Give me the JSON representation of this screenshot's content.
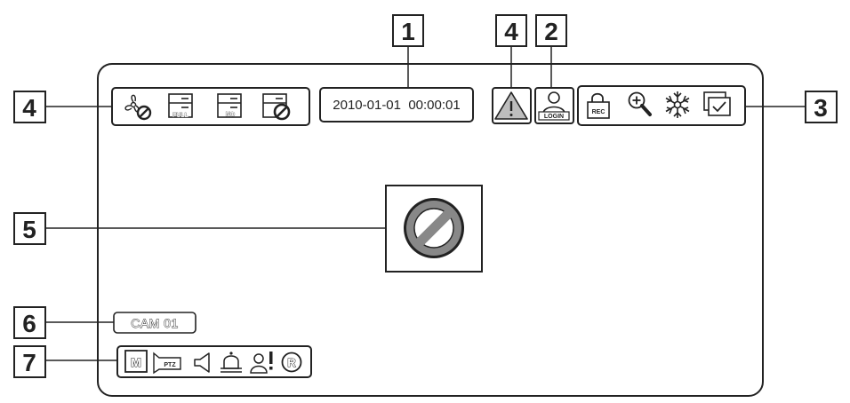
{
  "timestamp": "2010-01-01  00:00:01",
  "camera_name": "CAM 01",
  "callouts": {
    "c_top_1": "1",
    "c_top_4": "4",
    "c_top_2": "2",
    "c_left_4": "4",
    "c_right_3": "3",
    "c_left_5": "5",
    "c_left_6": "6",
    "c_left_7": "7"
  },
  "icon_labels": {
    "hdd_full": "FULL",
    "hdd_no": "NO",
    "login": "LOGIN",
    "rec_lock": "REC",
    "ptz": "PTZ",
    "manual": "M",
    "registered": "R"
  },
  "colors": {
    "line": "#222222",
    "warning_fill": "#bdbdbd",
    "no_signal_fill": "#888888"
  },
  "icons": {
    "left_group": [
      "fan-off-icon",
      "hdd-full-icon",
      "hdd-none-icon",
      "hdd-error-icon"
    ],
    "warning": "warning-triangle-icon",
    "login": "login-user-icon",
    "right_group": [
      "rec-lock-icon",
      "zoom-icon",
      "freeze-icon",
      "sequence-icon"
    ],
    "center": "no-signal-icon",
    "bottom_group": [
      "manual-rec-icon",
      "ptz-icon",
      "audio-icon",
      "alarm-bell-icon",
      "motion-user-icon",
      "registered-icon"
    ]
  }
}
